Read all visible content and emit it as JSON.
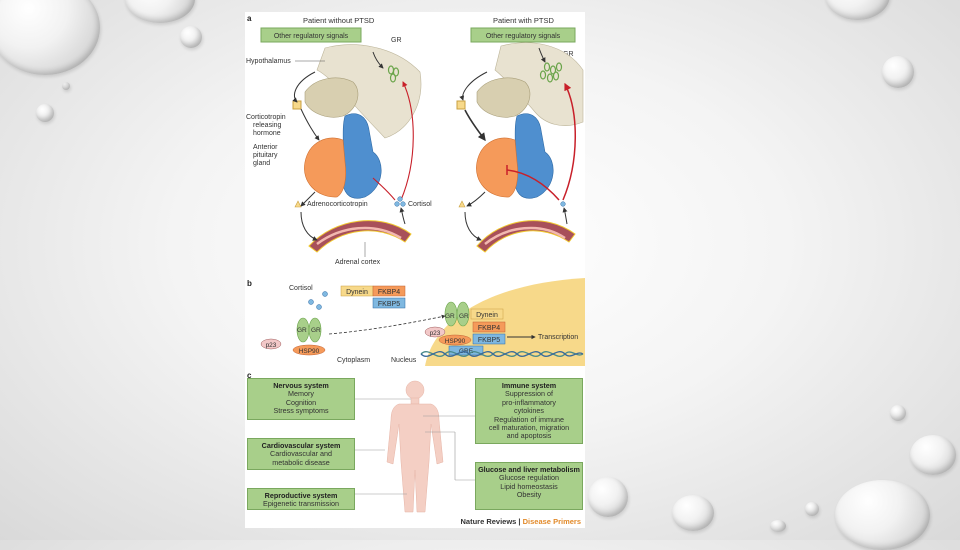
{
  "panel_a": {
    "letter": "a",
    "left_title": "Patient without PTSD",
    "right_title": "Patient with PTSD",
    "other_signals": "Other regulatory signals",
    "gr": "GR",
    "hypothalamus": "Hypothalamus",
    "crh": [
      "Corticotropin",
      "releasing",
      "hormone"
    ],
    "pituitary": [
      "Anterior",
      "pituitary",
      "gland"
    ],
    "acth": "Adrenocorticotropin",
    "cortisol": "Cortisol",
    "adrenal": "Adrenal cortex"
  },
  "panel_b": {
    "letter": "b",
    "cortisol": "Cortisol",
    "dynein": "Dynein",
    "fkbp4": "FKBP4",
    "fkbp5": "FKBP5",
    "gr": "GR",
    "hsp90": "HSP90",
    "p23": "p23",
    "transcription": "Transcription",
    "gre": "GRE",
    "cytoplasm": "Cytoplasm",
    "nucleus": "Nucleus"
  },
  "panel_c": {
    "letter": "c",
    "nervous": {
      "title": "Nervous system",
      "lines": [
        "Memory",
        "Cognition",
        "Stress symptoms"
      ]
    },
    "cardio": {
      "title": "Cardiovascular system",
      "lines": [
        "Cardiovascular and",
        "metabolic disease"
      ]
    },
    "repro": {
      "title": "Reproductive system",
      "lines": [
        "Epigenetic transmission"
      ]
    },
    "immune": {
      "title": "Immune system",
      "lines": [
        "Suppression of",
        "pro-inflammatory",
        "cytokines",
        "Regulation of immune",
        "cell maturation, migration",
        "and apoptosis"
      ]
    },
    "glucose": {
      "title": "Glucose and liver metabolism",
      "lines": [
        "Glucose regulation",
        "Lipid homeostasis",
        "Obesity"
      ]
    }
  },
  "footer": {
    "journal": "Nature Reviews",
    "sep": " | ",
    "series": "Disease Primers"
  },
  "colors": {
    "green": "#a8cf8a",
    "orange": "#f59a5a",
    "blue": "#4f8fcf",
    "tan": "#d8cfb0",
    "adrenal": "#a8505a",
    "yellow_bg": "#f7d98a",
    "red": "#c8202a"
  }
}
